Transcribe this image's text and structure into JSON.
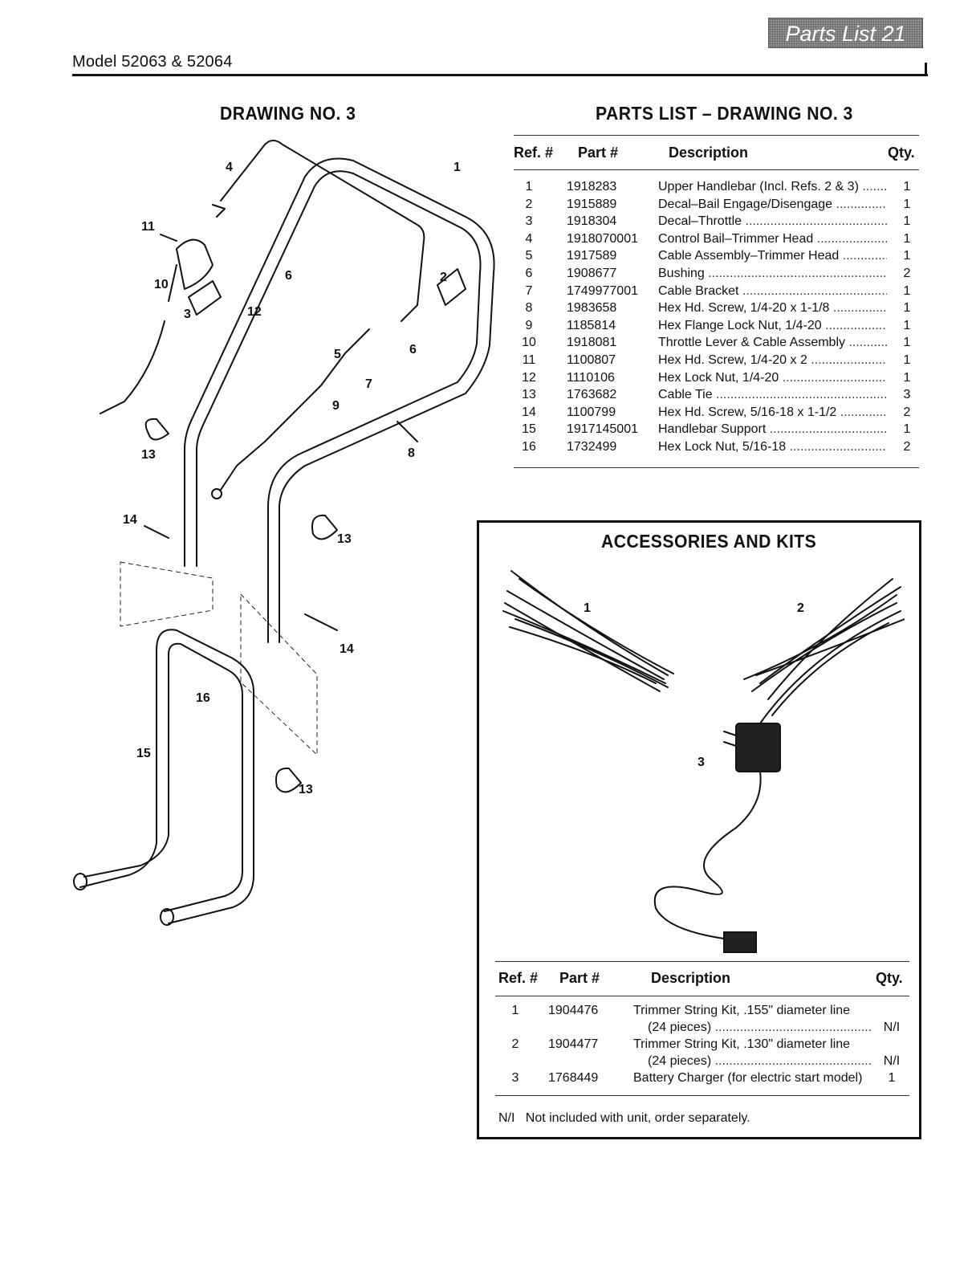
{
  "header": {
    "model": "Model 52063 & 52064",
    "banner": "Parts List 21"
  },
  "drawing": {
    "title": "DRAWING NO. 3",
    "callouts": [
      "1",
      "2",
      "3",
      "4",
      "5",
      "6",
      "6",
      "7",
      "8",
      "9",
      "10",
      "11",
      "12",
      "13",
      "13",
      "13",
      "14",
      "14",
      "15",
      "16"
    ]
  },
  "parts_list": {
    "title": "PARTS LIST – DRAWING NO. 3",
    "headers": {
      "ref": "Ref. #",
      "part": "Part #",
      "desc": "Description",
      "qty": "Qty."
    },
    "rows": [
      {
        "ref": "1",
        "part": "1918283",
        "desc": "Upper Handlebar (Incl. Refs. 2 & 3)",
        "qty": "1"
      },
      {
        "ref": "2",
        "part": "1915889",
        "desc": "Decal–Bail Engage/Disengage",
        "qty": "1"
      },
      {
        "ref": "3",
        "part": "1918304",
        "desc": "Decal–Throttle",
        "qty": "1"
      },
      {
        "ref": "4",
        "part": "1918070001",
        "desc": "Control Bail–Trimmer Head",
        "qty": "1"
      },
      {
        "ref": "5",
        "part": "1917589",
        "desc": "Cable Assembly–Trimmer Head",
        "qty": "1"
      },
      {
        "ref": "6",
        "part": "1908677",
        "desc": "Bushing",
        "qty": "2"
      },
      {
        "ref": "7",
        "part": "1749977001",
        "desc": "Cable Bracket",
        "qty": "1"
      },
      {
        "ref": "8",
        "part": "1983658",
        "desc": "Hex Hd. Screw, 1/4-20 x 1-1/8",
        "qty": "1"
      },
      {
        "ref": "9",
        "part": "1185814",
        "desc": "Hex Flange Lock Nut, 1/4-20",
        "qty": "1"
      },
      {
        "ref": "10",
        "part": "1918081",
        "desc": "Throttle Lever & Cable Assembly",
        "qty": "1"
      },
      {
        "ref": "11",
        "part": "1100807",
        "desc": "Hex Hd. Screw, 1/4-20 x 2",
        "qty": "1"
      },
      {
        "ref": "12",
        "part": "1110106",
        "desc": "Hex Lock Nut, 1/4-20",
        "qty": "1"
      },
      {
        "ref": "13",
        "part": "1763682",
        "desc": "Cable Tie",
        "qty": "3"
      },
      {
        "ref": "14",
        "part": "1100799",
        "desc": "Hex Hd. Screw, 5/16-18 x 1-1/2",
        "qty": "2"
      },
      {
        "ref": "15",
        "part": "1917145001",
        "desc": "Handlebar Support",
        "qty": "1"
      },
      {
        "ref": "16",
        "part": "1732499",
        "desc": "Hex Lock Nut, 5/16-18",
        "qty": "2"
      }
    ]
  },
  "accessories": {
    "title": "ACCESSORIES AND KITS",
    "callouts": [
      "1",
      "2",
      "3"
    ],
    "headers": {
      "ref": "Ref. #",
      "part": "Part #",
      "desc": "Description",
      "qty": "Qty."
    },
    "rows": [
      {
        "ref": "1",
        "part": "1904476",
        "desc": "Trimmer String Kit, .155\" diameter line",
        "desc2": "(24 pieces)",
        "qty": "N/I"
      },
      {
        "ref": "2",
        "part": "1904477",
        "desc": "Trimmer String Kit, .130\" diameter line",
        "desc2": "(24 pieces)",
        "qty": "N/I"
      },
      {
        "ref": "3",
        "part": "1768449",
        "desc": "Battery Charger (for electric start model)",
        "desc2": "",
        "qty": "1"
      }
    ],
    "footnote": "N/I   Not included with unit, order separately."
  }
}
